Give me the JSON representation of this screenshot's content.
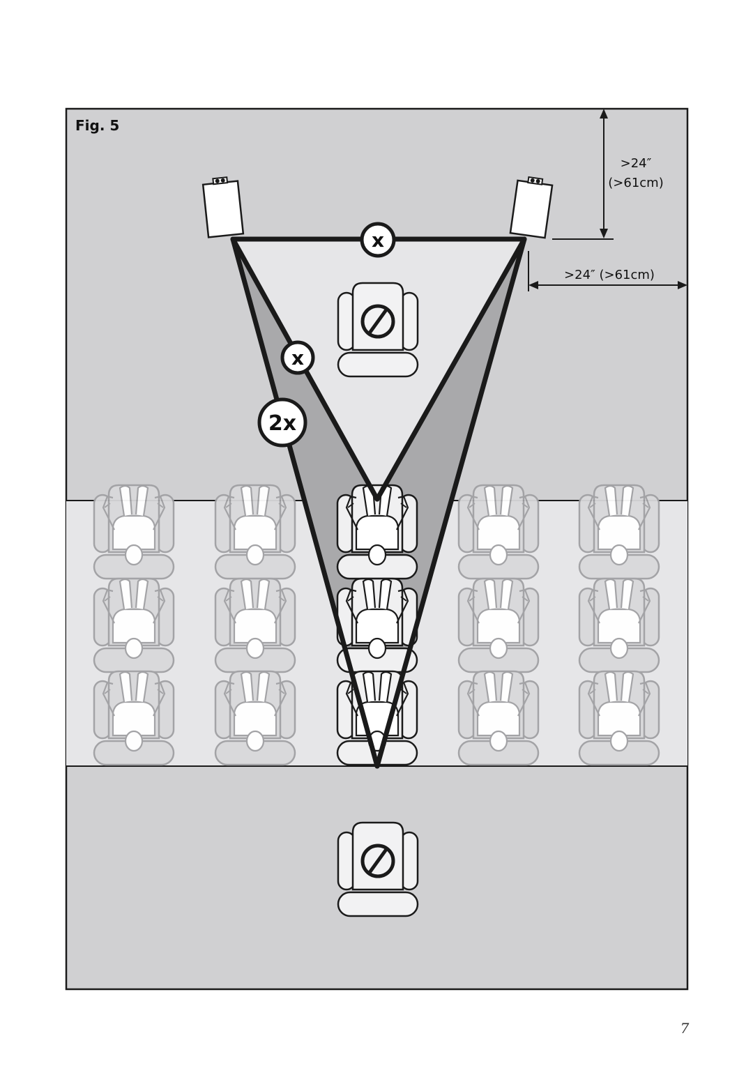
{
  "figure": {
    "label": "Fig. 5",
    "dimension_vertical": {
      "line1": ">24″",
      "line2": "(>61cm)"
    },
    "dimension_horizontal": ">24″ (>61cm)",
    "badges": {
      "front_distance": "x",
      "side_distance": "x",
      "double_distance": "2x"
    },
    "zones": {
      "front_zone": "not-recommended",
      "listening_zone": "recommended",
      "rear_zone": "not-recommended"
    },
    "seat_grid": {
      "rows": 3,
      "columns": 5,
      "active_column": 3
    },
    "icons": [
      "speaker-left-icon",
      "speaker-right-icon",
      "no-seat-icon",
      "listener-seat-icon"
    ],
    "colors": {
      "room": "#d0d0d2",
      "listening_band": "#e6e6e8",
      "inner_triangle": "#e6e6e8",
      "side_wedges": "#a9a9ab",
      "lines": "#1a1a1a"
    }
  },
  "page_number": "7"
}
